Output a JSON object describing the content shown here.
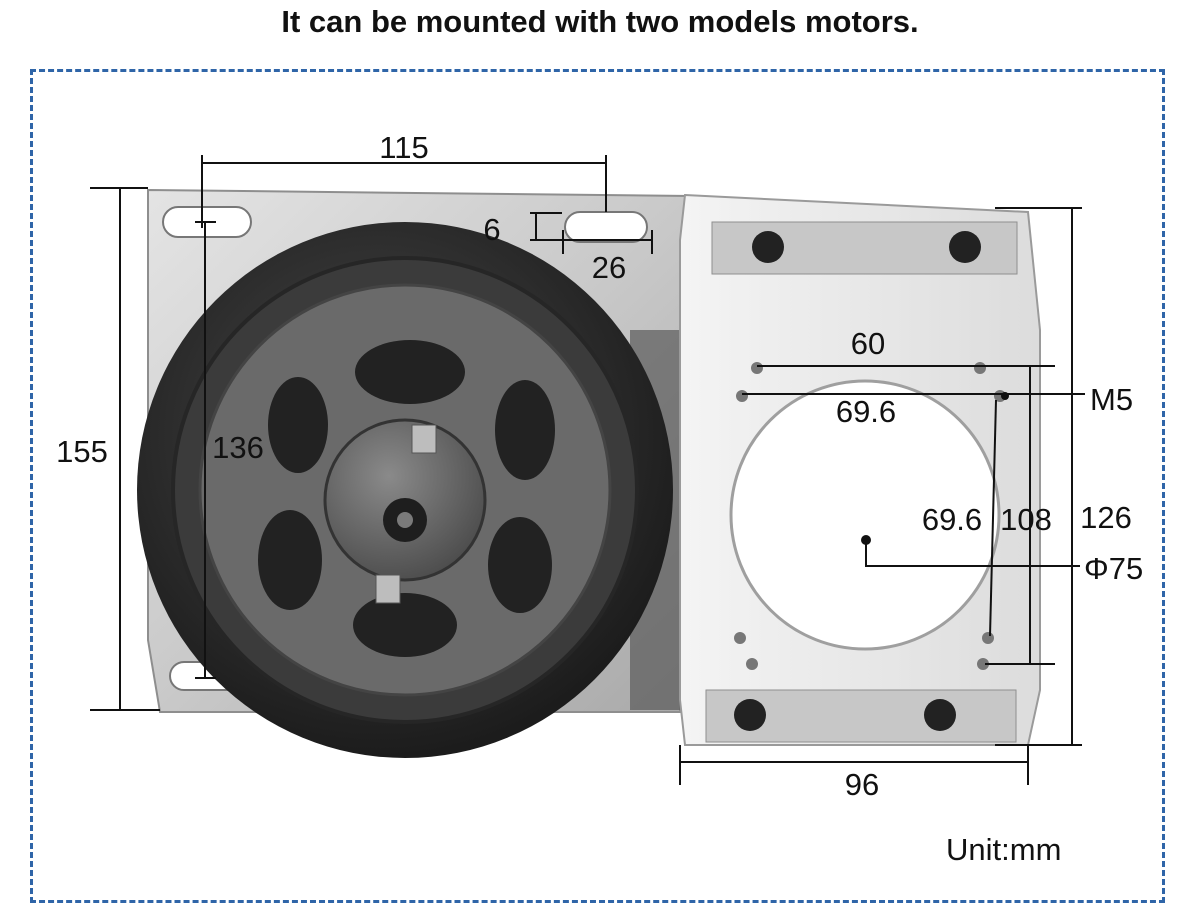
{
  "title": "It can be mounted with two models motors.",
  "unit_label": "Unit:mm",
  "colors": {
    "frame_border": "#2f65a8",
    "dimension_line": "#111111"
  },
  "dimensions": {
    "pulley_mount_width": "115",
    "slot_height": "6",
    "slot_width": "26",
    "overall_height": "155",
    "slot_spacing_vertical": "136",
    "hole_spacing_small": "60",
    "hole_spacing_large": "69.6",
    "thread": "M5",
    "hole_spacing_small_vertical": "69.6",
    "hole_spacing_large_vertical": "108",
    "plate_height": "126",
    "bore_diameter": "Φ75",
    "plate_width": "96"
  }
}
